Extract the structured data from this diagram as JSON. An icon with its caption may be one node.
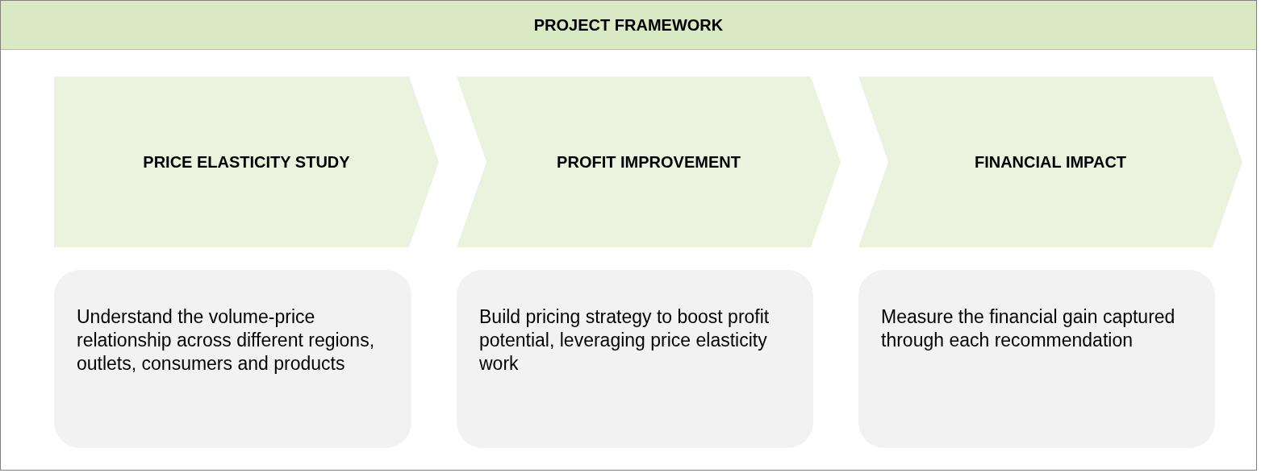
{
  "diagram": {
    "nodes": [
      {
        "text": [
          "PROJECT FRAMEWORK"
        ]
      },
      {
        "text": [
          "PRICE ELASTICITY STUDY"
        ],
        "in": 0
      },
      {
        "text": [
          "PROFIT IMPROVEMENT"
        ],
        "in": 0
      },
      {
        "text": [
          "FINANCIAL IMPACT"
        ],
        "in": 0
      },
      {
        "text": [
          "Understand the volume-price relationship across different regions, outlets, consumers and products"
        ],
        "in": 0
      },
      {
        "text": [
          "Build pricing strategy to boost profit potential, leveraging price elasticity work"
        ],
        "in": 0
      },
      {
        "text": [
          "Measure the financial gain captured through each recommendation"
        ],
        "in": 0
      }
    ]
  }
}
